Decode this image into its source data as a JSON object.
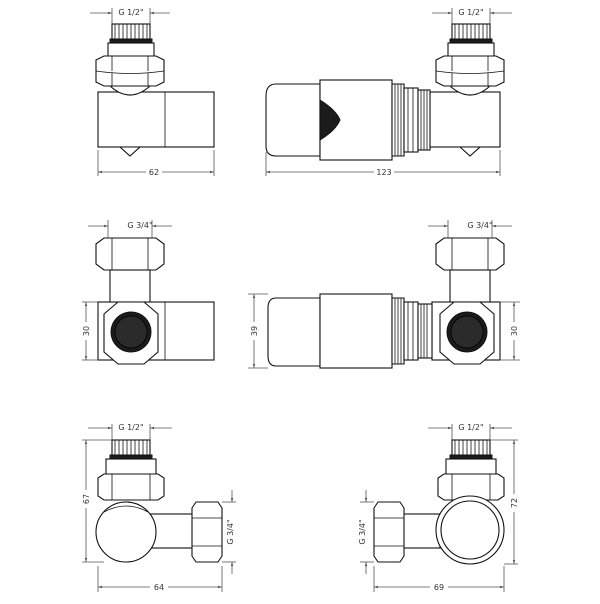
{
  "labels": {
    "thread_half": "G 1/2\"",
    "thread_three_quarter": "G 3/4\"",
    "width_62": "62",
    "width_123": "123",
    "height_30_left": "30",
    "height_39": "39",
    "height_30_right": "30",
    "height_67": "67",
    "width_64": "64",
    "height_72": "72",
    "width_69": "69"
  }
}
